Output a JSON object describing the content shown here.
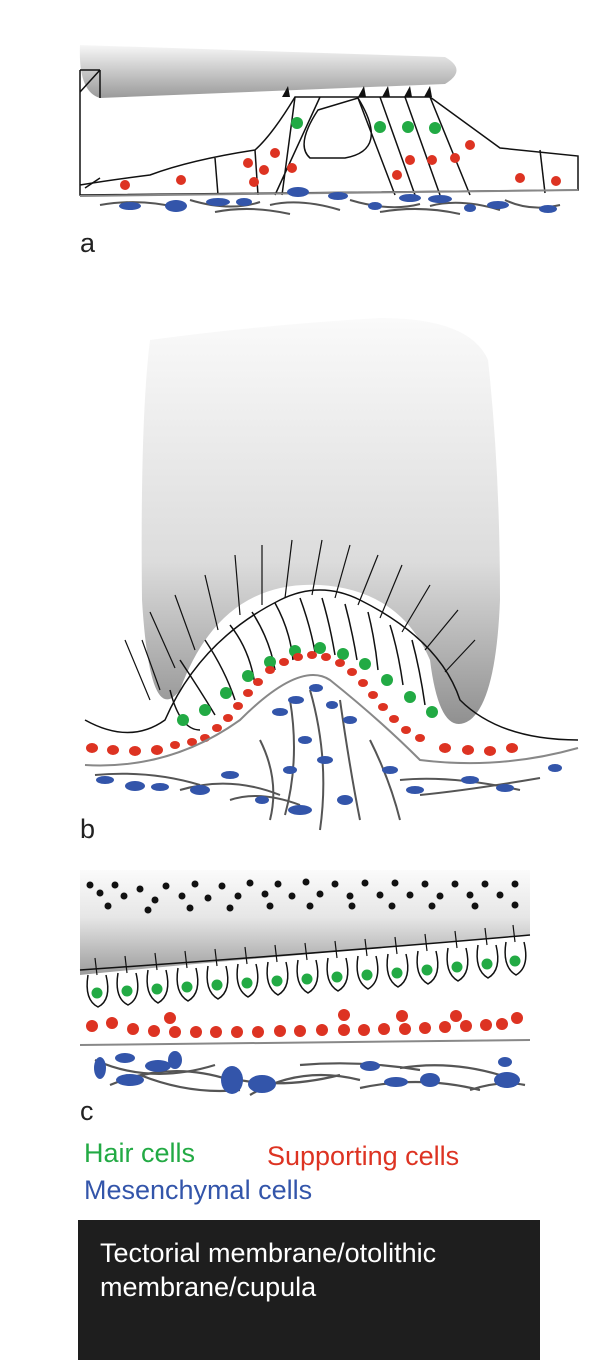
{
  "panels": [
    {
      "label": "a"
    },
    {
      "label": "b"
    },
    {
      "label": "c"
    }
  ],
  "legend": {
    "hair_cells": "Hair cells",
    "supporting_cells": "Supporting cells",
    "mesenchymal_cells": "Mesenchymal cells",
    "membrane_key": "Tectorial membrane/otolithic membrane/cupula"
  },
  "colors": {
    "hair_cell": "#22aa44",
    "supporting_cell": "#dd3322",
    "mesenchymal_cell": "#3355aa",
    "membrane_key_bg": "#1e1e1e",
    "outline": "#111111",
    "fiber": "#555555"
  }
}
